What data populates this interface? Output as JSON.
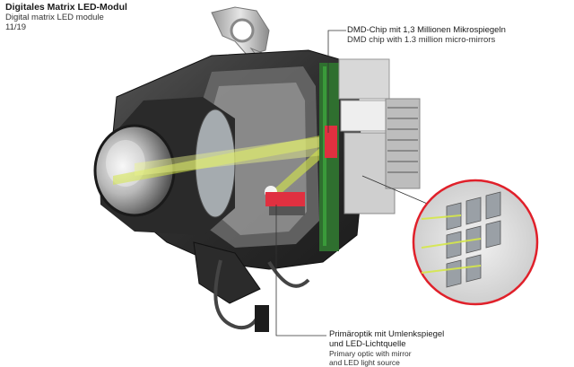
{
  "caption": {
    "title": "Digitales Matrix LED-Modul",
    "subtitle": "Digital matrix LED module",
    "number": "11/19"
  },
  "callouts": {
    "dmd": {
      "german": "DMD-Chip mit 1,3 Millionen Mikrospiegeln",
      "english": "DMD chip with 1.3 million micro-mirrors"
    },
    "primary_optic": {
      "german_line1": "Primäroptik mit Umlenkspiegel",
      "german_line2": "und LED-Lichtquelle",
      "english_line1": "Primary optic with mirror",
      "english_line2": "and LED light source"
    }
  },
  "colors": {
    "detail_ring": "#e0202a",
    "beam": "#d6e84a",
    "chip": "#e03040",
    "circuit": "#3a9a3a"
  }
}
